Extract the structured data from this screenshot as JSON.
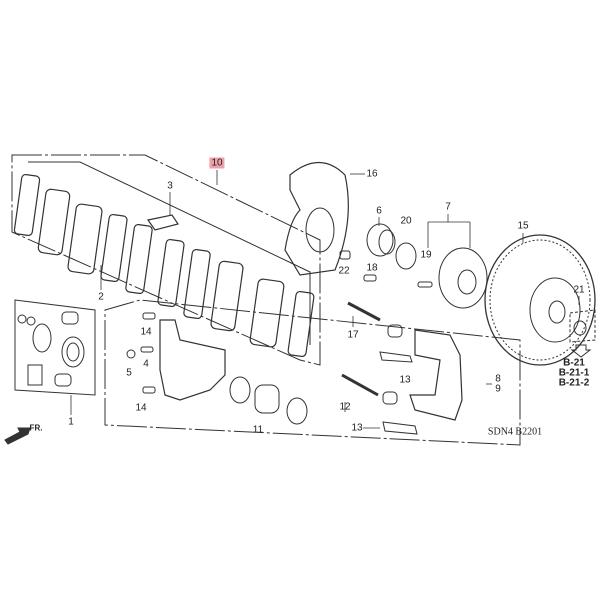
{
  "callouts": {
    "p1": "1",
    "p2": "2",
    "p3": "3",
    "p4": "4",
    "p5": "5",
    "p6": "6",
    "p7": "7",
    "p8": "8",
    "p9": "9",
    "p10": "10",
    "p11": "11",
    "p12": "12",
    "p13a": "13",
    "p13b": "13",
    "p14a": "14",
    "p14b": "14",
    "p15": "15",
    "p16": "16",
    "p17": "17",
    "p18": "18",
    "p19": "19",
    "p20": "20",
    "p21": "21",
    "p22": "22"
  },
  "references": [
    "B-21",
    "B-21-1",
    "B-21-2"
  ],
  "front_label": "FR.",
  "diagram_code": "SDN4  B2201",
  "colors": {
    "line": "#333333",
    "highlight": "#f0a0a8"
  }
}
